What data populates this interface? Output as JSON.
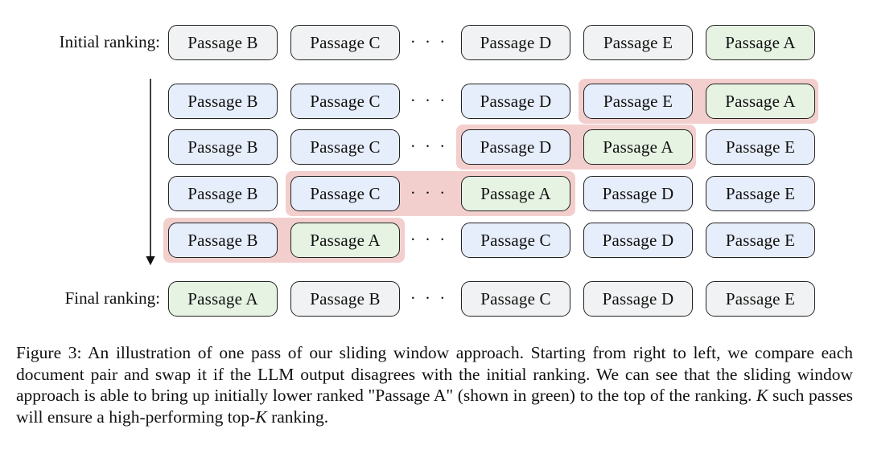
{
  "labels": {
    "initial": "Initial ranking:",
    "final": "Final ranking:"
  },
  "ellipsis": "· · ·",
  "rows": [
    {
      "type": "initial",
      "cells": [
        {
          "text": "Passage B",
          "color": "gray"
        },
        {
          "text": "Passage C",
          "color": "gray"
        },
        {
          "text": "Passage D",
          "color": "gray"
        },
        {
          "text": "Passage E",
          "color": "gray"
        },
        {
          "text": "Passage A",
          "color": "green"
        }
      ]
    },
    {
      "type": "step",
      "swap": "E-A",
      "cells": [
        {
          "text": "Passage B",
          "color": "blue"
        },
        {
          "text": "Passage C",
          "color": "blue"
        },
        {
          "text": "Passage D",
          "color": "blue"
        },
        {
          "text": "Passage E",
          "color": "blue"
        },
        {
          "text": "Passage A",
          "color": "green"
        }
      ]
    },
    {
      "type": "step",
      "swap": "D-A",
      "cells": [
        {
          "text": "Passage B",
          "color": "blue"
        },
        {
          "text": "Passage C",
          "color": "blue"
        },
        {
          "text": "Passage D",
          "color": "blue"
        },
        {
          "text": "Passage A",
          "color": "green"
        },
        {
          "text": "Passage E",
          "color": "blue"
        }
      ]
    },
    {
      "type": "step",
      "swap": "C-A",
      "cells": [
        {
          "text": "Passage B",
          "color": "blue"
        },
        {
          "text": "Passage C",
          "color": "blue"
        },
        {
          "text": "Passage A",
          "color": "green"
        },
        {
          "text": "Passage D",
          "color": "blue"
        },
        {
          "text": "Passage E",
          "color": "blue"
        }
      ]
    },
    {
      "type": "step",
      "swap": "B-A",
      "cells": [
        {
          "text": "Passage B",
          "color": "blue"
        },
        {
          "text": "Passage A",
          "color": "green"
        },
        {
          "text": "Passage C",
          "color": "blue"
        },
        {
          "text": "Passage D",
          "color": "blue"
        },
        {
          "text": "Passage E",
          "color": "blue"
        }
      ]
    },
    {
      "type": "final",
      "cells": [
        {
          "text": "Passage A",
          "color": "green"
        },
        {
          "text": "Passage B",
          "color": "gray"
        },
        {
          "text": "Passage C",
          "color": "gray"
        },
        {
          "text": "Passage D",
          "color": "gray"
        },
        {
          "text": "Passage E",
          "color": "gray"
        }
      ]
    }
  ],
  "colors": {
    "gray": "#f1f2f3",
    "blue": "#e7eefb",
    "green": "#e6f3e3",
    "highlight": "#f2cfcd",
    "swap_arrow": "#d64a3a"
  },
  "caption": {
    "p1": "Figure 3:  An illustration of one pass of our sliding window approach.  Starting from right to left, we compare each document pair and swap it if the LLM output disagrees with the initial ranking. We can see that the sliding window approach is able to bring up initially lower ranked \"Passage A\" (shown in green) to the top of the ranking.  ",
    "k1": "K",
    "p2": " such passes will ensure a high-performing top-",
    "k2": "K",
    "p3": " ranking."
  }
}
